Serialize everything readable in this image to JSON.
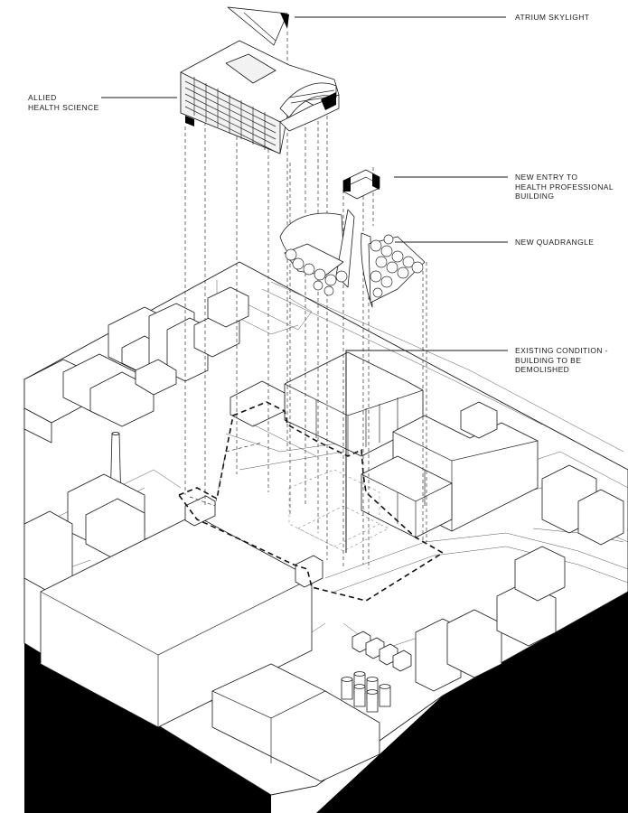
{
  "labels": {
    "atrium_skylight": "ATRIUM SKYLIGHT",
    "allied_health_science": "ALLIED\nHEALTH SCIENCE",
    "new_entry": "NEW ENTRY TO\nHEALTH PROFESSIONAL\nBUILDING",
    "new_quadrangle": "NEW QUADRANGLE",
    "existing_condition": "EXISTING CONDITION -\nBUILDING TO BE\nDEMOLISHED"
  },
  "colors": {
    "ink": "#000000",
    "line": "#1a1a1a",
    "background": "#ffffff"
  }
}
